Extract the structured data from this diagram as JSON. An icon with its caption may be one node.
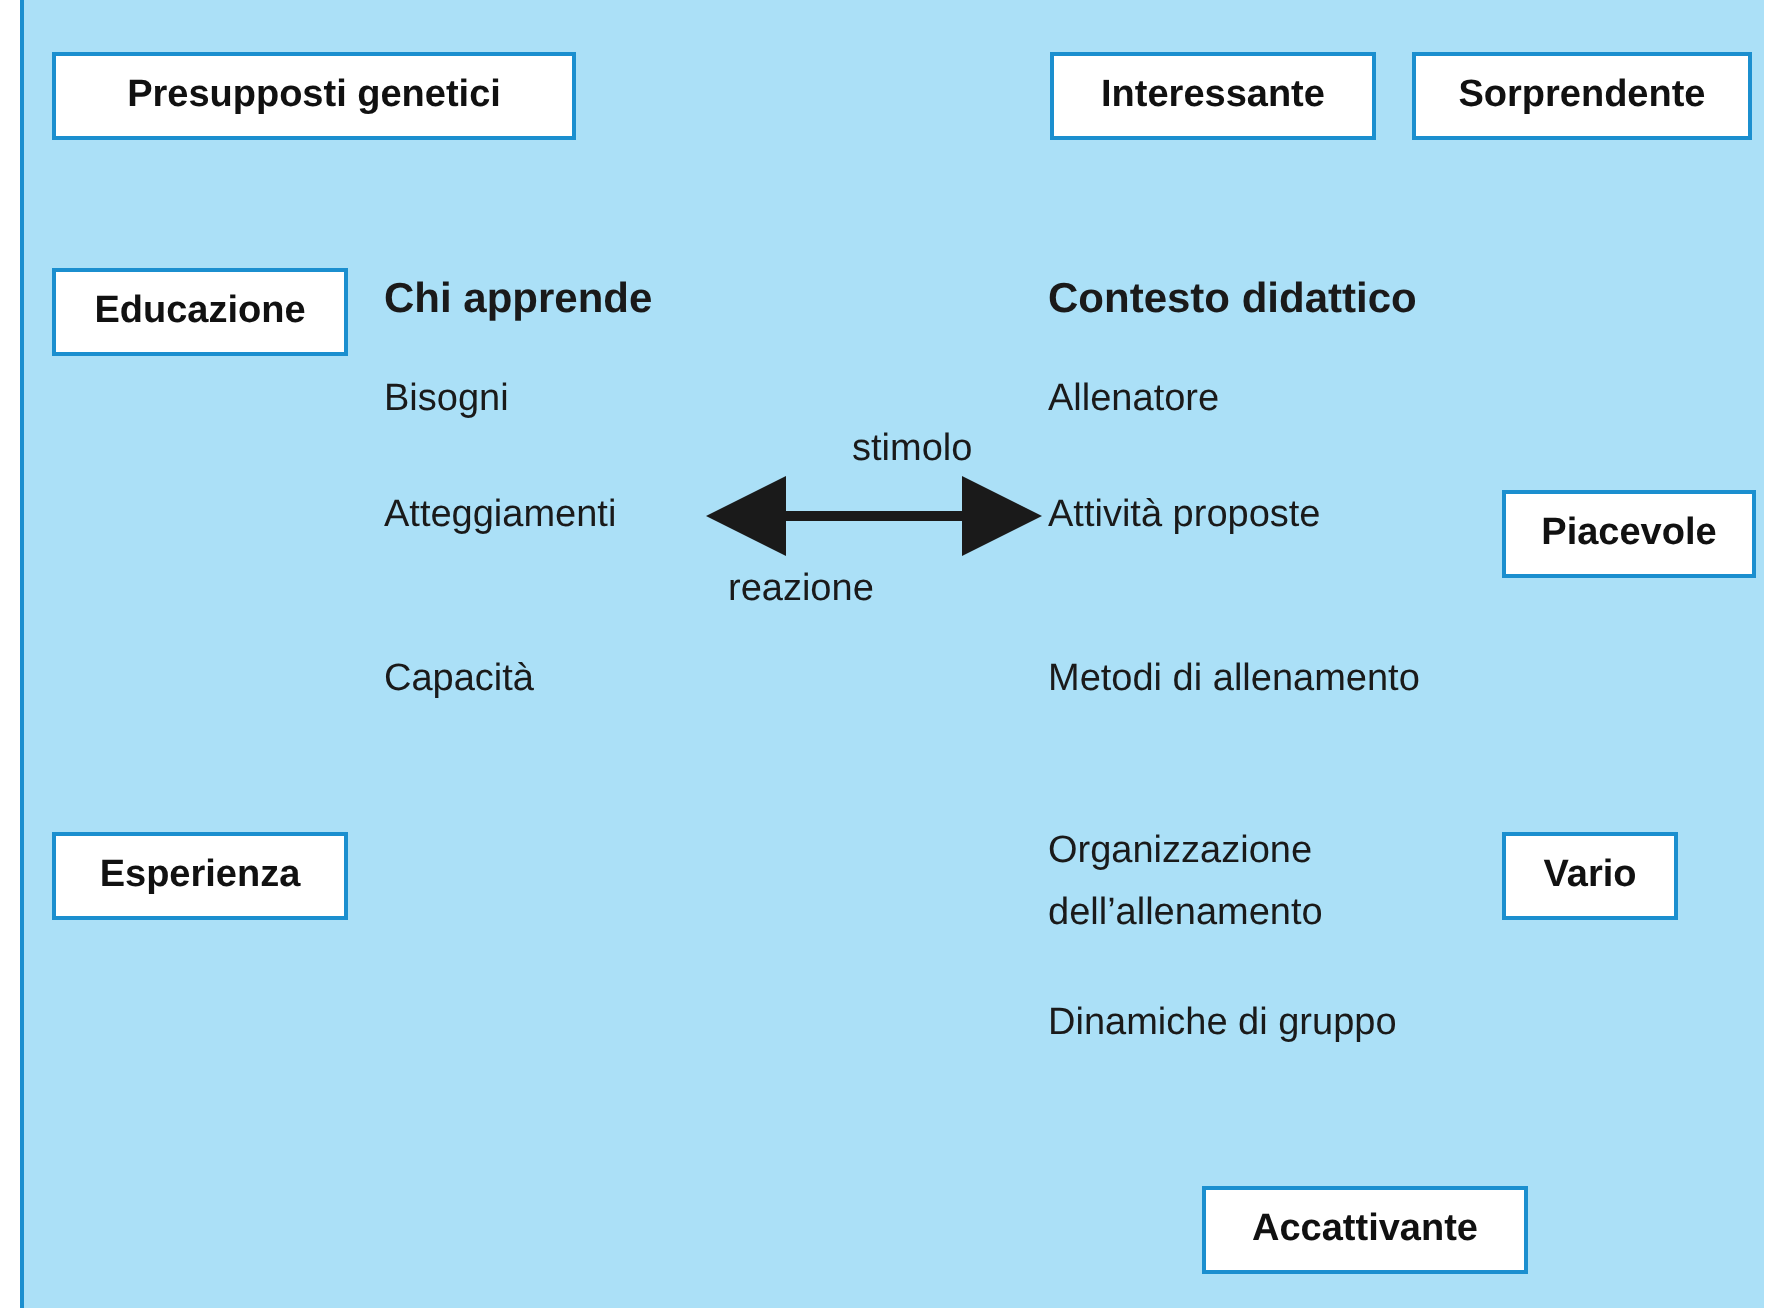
{
  "diagram": {
    "nodes": [
      {
        "text": [
          "Presupposti genetici"
        ]
      },
      {
        "text": [
          "Interessante"
        ]
      },
      {
        "text": [
          "Sorprendente"
        ]
      },
      {
        "text": [
          "Educazione"
        ]
      },
      {
        "text": [
          "Atteggiamenti"
        ]
      },
      {
        "text": [
          "Attività proposte"
        ]
      },
      {
        "text": [
          "Piacevole"
        ]
      },
      {
        "text": [
          "Esperienza"
        ]
      },
      {
        "text": [
          "Vario"
        ]
      },
      {
        "text": [
          "Accattivante"
        ]
      }
    ],
    "edges": [
      {
        "from": 4,
        "to": 5,
        "arrow": "both",
        "label": "stimolo"
      }
    ],
    "labels": [
      "Chi apprende",
      "Contesto didattico",
      "Bisogni",
      "Allenatore",
      "reazione",
      "Capacità",
      "Metodi di allenamento",
      "Organizzazione dell’allenamento",
      "Dinamiche di gruppo"
    ]
  }
}
